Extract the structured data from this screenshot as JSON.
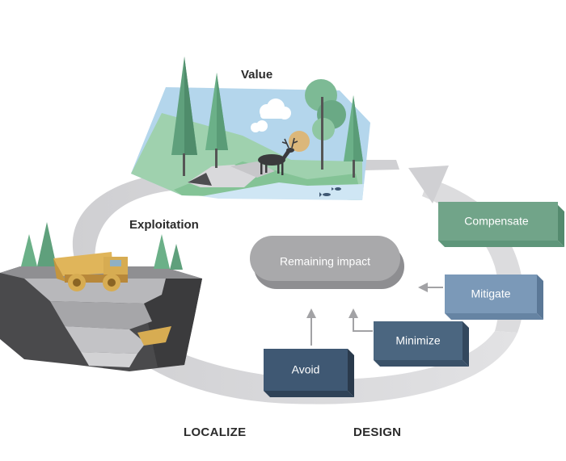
{
  "diagram": {
    "labels": {
      "value": "Value",
      "exploitation": "Exploitation",
      "localize": "LOCALIZE",
      "design": "DESIGN"
    },
    "steps": {
      "avoid": "Avoid",
      "minimize": "Minimize",
      "mitigate": "Mitigate",
      "compensate": "Compensate",
      "remaining": "Remaining impact"
    },
    "colors": {
      "avoid": "#3f5873",
      "minimize": "#4b6680",
      "mitigate": "#7b99b8",
      "compensate": "#71a489",
      "remaining": "#a9a9ab",
      "cycle_arrow": "#d6d6d8",
      "landscape_green": "#8ec8a0",
      "landscape_blue": "#b4d6ec",
      "pit_gray": "#4a4a4c",
      "truck_yellow": "#d7ac52"
    },
    "icons": [
      "forest-landscape-illustration",
      "deer-icon",
      "cloud-icon",
      "fish-icon",
      "mining-truck-icon",
      "open-pit-mine-illustration",
      "cycle-arrow-icon"
    ]
  }
}
